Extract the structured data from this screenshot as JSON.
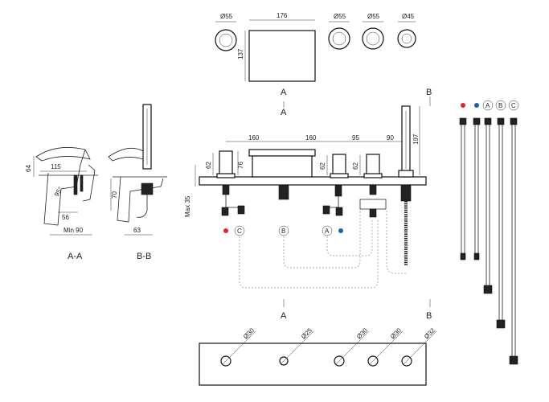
{
  "top_view": {
    "dims": {
      "d1": "Ø55",
      "w": "176",
      "h": "137",
      "d2": "Ø55",
      "d3": "Ø55",
      "d4": "Ø45"
    },
    "label": "A"
  },
  "section_aa": {
    "label": "A-A",
    "dims": {
      "h64": "64",
      "w115": "115",
      "angle": "95°",
      "w56": "56",
      "min90": "Min 90"
    }
  },
  "section_bb": {
    "label": "B-B",
    "dims": {
      "h70": "70",
      "w63": "63"
    }
  },
  "front_view": {
    "spacings": [
      "160",
      "160",
      "95",
      "90"
    ],
    "heights": {
      "h62a": "62",
      "h76": "76",
      "h62b": "62",
      "h62c": "62",
      "h197": "197",
      "max35": "Max 35"
    },
    "markers": {
      "c": "C",
      "b": "B",
      "a": "A"
    },
    "section_marks": {
      "a_top": "A",
      "b_top": "B",
      "a_bottom": "A",
      "b_bottom": "B"
    }
  },
  "hoses": {
    "labels": {
      "a": "A",
      "b": "B",
      "c": "C"
    }
  },
  "bottom_view": {
    "holes": [
      "Ø30",
      "Ø25",
      "Ø30",
      "Ø30",
      "Ø32"
    ]
  },
  "colors": {
    "hot": "#e8202a",
    "cold": "#1f5fa8"
  }
}
